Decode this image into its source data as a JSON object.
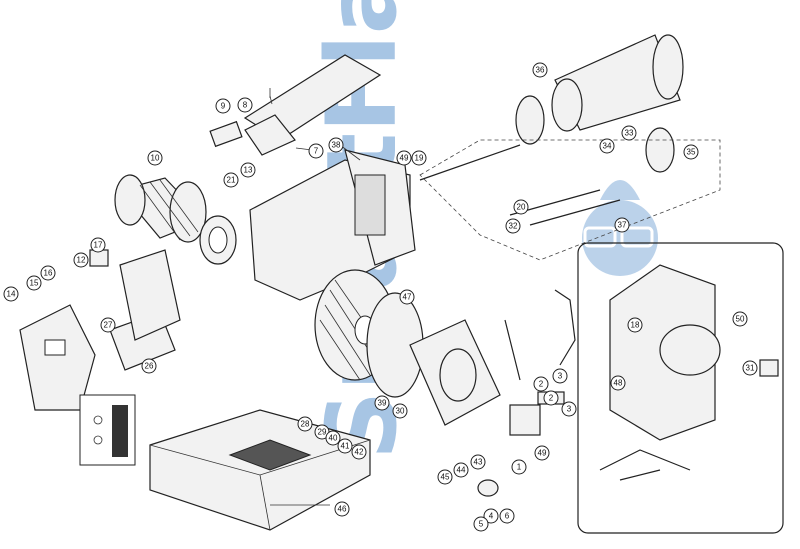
{
  "watermark": {
    "text": "SmartFlam",
    "color": "#3d7fc4"
  },
  "callouts": [
    "1",
    "2",
    "3",
    "4",
    "5",
    "6",
    "7",
    "8",
    "9",
    "10",
    "12",
    "13",
    "14",
    "15",
    "16",
    "17",
    "18",
    "19",
    "20",
    "21",
    "26",
    "27",
    "28",
    "29",
    "30",
    "31",
    "32",
    "33",
    "34",
    "35",
    "36",
    "37",
    "38",
    "39",
    "40",
    "41",
    "42",
    "43",
    "44",
    "45",
    "46",
    "47",
    "48",
    "49",
    "50"
  ],
  "icons": [
    "burner-housing",
    "motor",
    "fan-wheel",
    "blast-tube",
    "combustion-head",
    "control-box",
    "fuel-pump",
    "fuel-filter",
    "hood-cover",
    "packaging-box",
    "servomotor",
    "watermark-logo"
  ]
}
